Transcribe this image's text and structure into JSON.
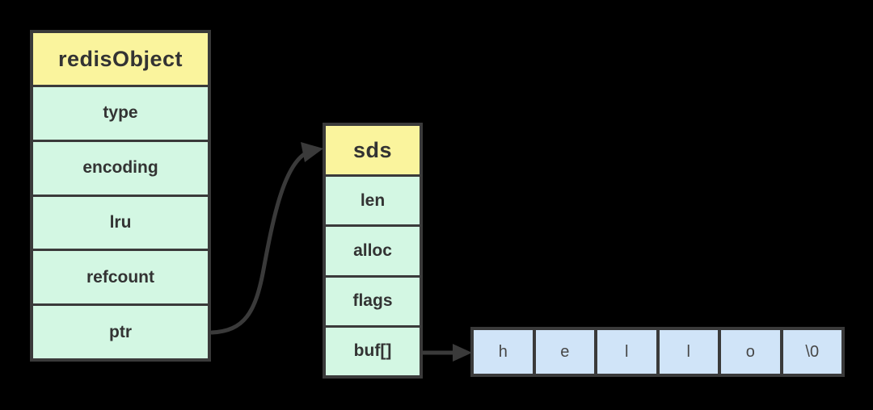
{
  "colors": {
    "background": "#000000",
    "border": "#3a3a3a",
    "arrow": "#3a3a3a",
    "header_fill": "#faf49d",
    "cell_fill": "#d3f7e3",
    "array_cell_fill": "#d0e4f8",
    "text": "#333333",
    "array_text": "#474747"
  },
  "redis_object": {
    "title": "redisObject",
    "fields": [
      "type",
      "encoding",
      "lru",
      "refcount",
      "ptr"
    ]
  },
  "sds": {
    "title": "sds",
    "fields": [
      "len",
      "alloc",
      "flags",
      "buf[]"
    ]
  },
  "buffer": {
    "cells": [
      "h",
      "e",
      "l",
      "l",
      "o",
      "\\0"
    ]
  },
  "pointers": [
    {
      "from": "ptr",
      "to": "sds"
    },
    {
      "from": "buf[]",
      "to": "char-array"
    }
  ]
}
